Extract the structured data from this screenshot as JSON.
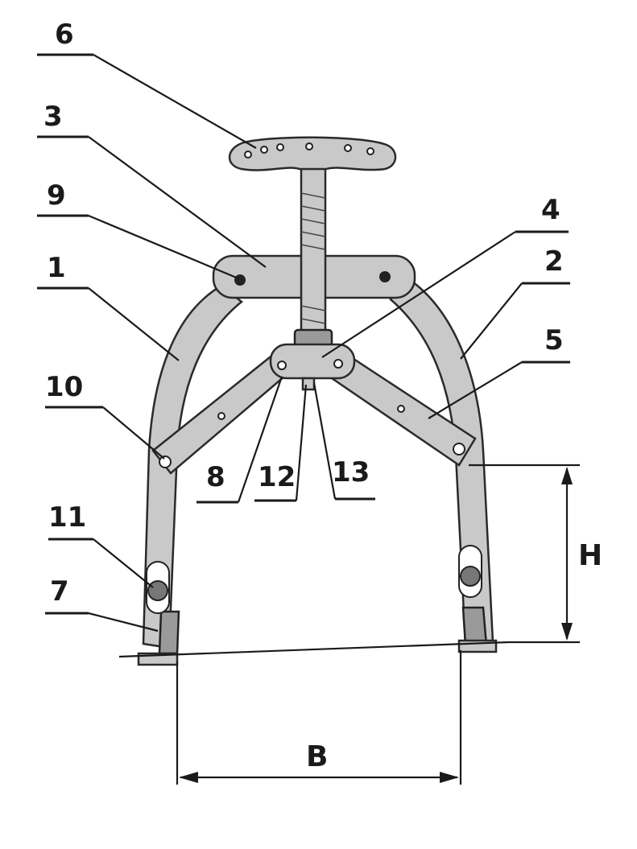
{
  "callouts": {
    "c1": "1",
    "c2": "2",
    "c3": "3",
    "c4": "4",
    "c5": "5",
    "c6": "6",
    "c7": "7",
    "c8": "8",
    "c9": "9",
    "c10": "10",
    "c11": "11",
    "c12": "12",
    "c13": "13"
  },
  "dimensions": {
    "height": "H",
    "width": "B"
  },
  "colors": {
    "ink": "#1a1a1a",
    "metal": "#c9c9c9",
    "paper": "#ffffff"
  }
}
